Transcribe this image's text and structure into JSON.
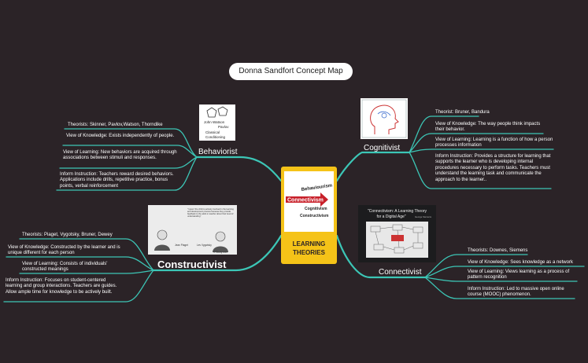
{
  "title": "Donna Sandfort Concept Map",
  "center": {
    "label_line1": "LEARNING",
    "label_line2": "THEORIES",
    "image_words": [
      "Behaviourism",
      "Cognitivism",
      "Connectivism",
      "Constructivism"
    ]
  },
  "branches": {
    "behaviorist": {
      "label": "Behaviorist",
      "image_text": [
        "John Watson",
        "Pavlov",
        "Classical",
        "Conditioning"
      ],
      "leaves": [
        "Theorists: Skinner, Pavlov,Watson, Thorndike",
        "View of Knowledge: Exists independently of people.",
        "View of Learning: New behaviors are acquired through associations between stimuli and responses.",
        "Inform Instruction: Teachers reward desired behaviors. Applications include drills, repetitive practice, bonus points, verbal reinforcement"
      ]
    },
    "cognitivist": {
      "label": "Cognitivist",
      "leaves": [
        "Theorist: Bruner, Bandura",
        "View of Knowledge: The way people think impacts their behavior.",
        "View of Learning: Learning is a function of how a person processes information",
        "Inform Instruction: Provides a structure for learning that supports the learner who is developing internal procedures necessary to perform tasks. Teachers must understand the learning task and communicate the approach to the learner.."
      ]
    },
    "constructivist": {
      "label": "Constructivist",
      "image_text": {
        "quote": "\"I spent 'the child is actively involved in the learning and development process because they provide feedback to the adult or teacher about their level of understanding\"",
        "left_name": "Jean Piaget",
        "right_name": "Lev Vygotsky",
        "credit": "© Study.com"
      },
      "leaves": [
        "Theorists: Piaget, Vygotsky, Bruner, Dewey",
        "View of Knowledge: Constructed by the learner and is unique different for each person",
        "View of Learning: Consists of individuals' constructed meanings",
        "Inform Instruction: Focuses on student-centered learning and group interactions. Teachers are guides. Allow ample time for knowledge to be actively built."
      ]
    },
    "connectivist": {
      "label": "Connectivist",
      "image_text": {
        "title_line1": "\"Connectivism: A Learning Theory",
        "title_line2": "for a Digital Age\"",
        "author": "George Siemens"
      },
      "leaves": [
        "Theorists: Downes, Siemens",
        "View of Knowledge: Sees knowledge as a network",
        "View of Learning: Views learning as a process of pattern recognition",
        "Inform Instruction: Led to massive open online course (MOOC) phenomenon."
      ]
    }
  },
  "colors": {
    "background": "#2b2327",
    "connector": "#3cc6b6",
    "center_fill": "#f5c318",
    "pill_fill": "#ffffff",
    "logo_red": "#c8202a"
  }
}
